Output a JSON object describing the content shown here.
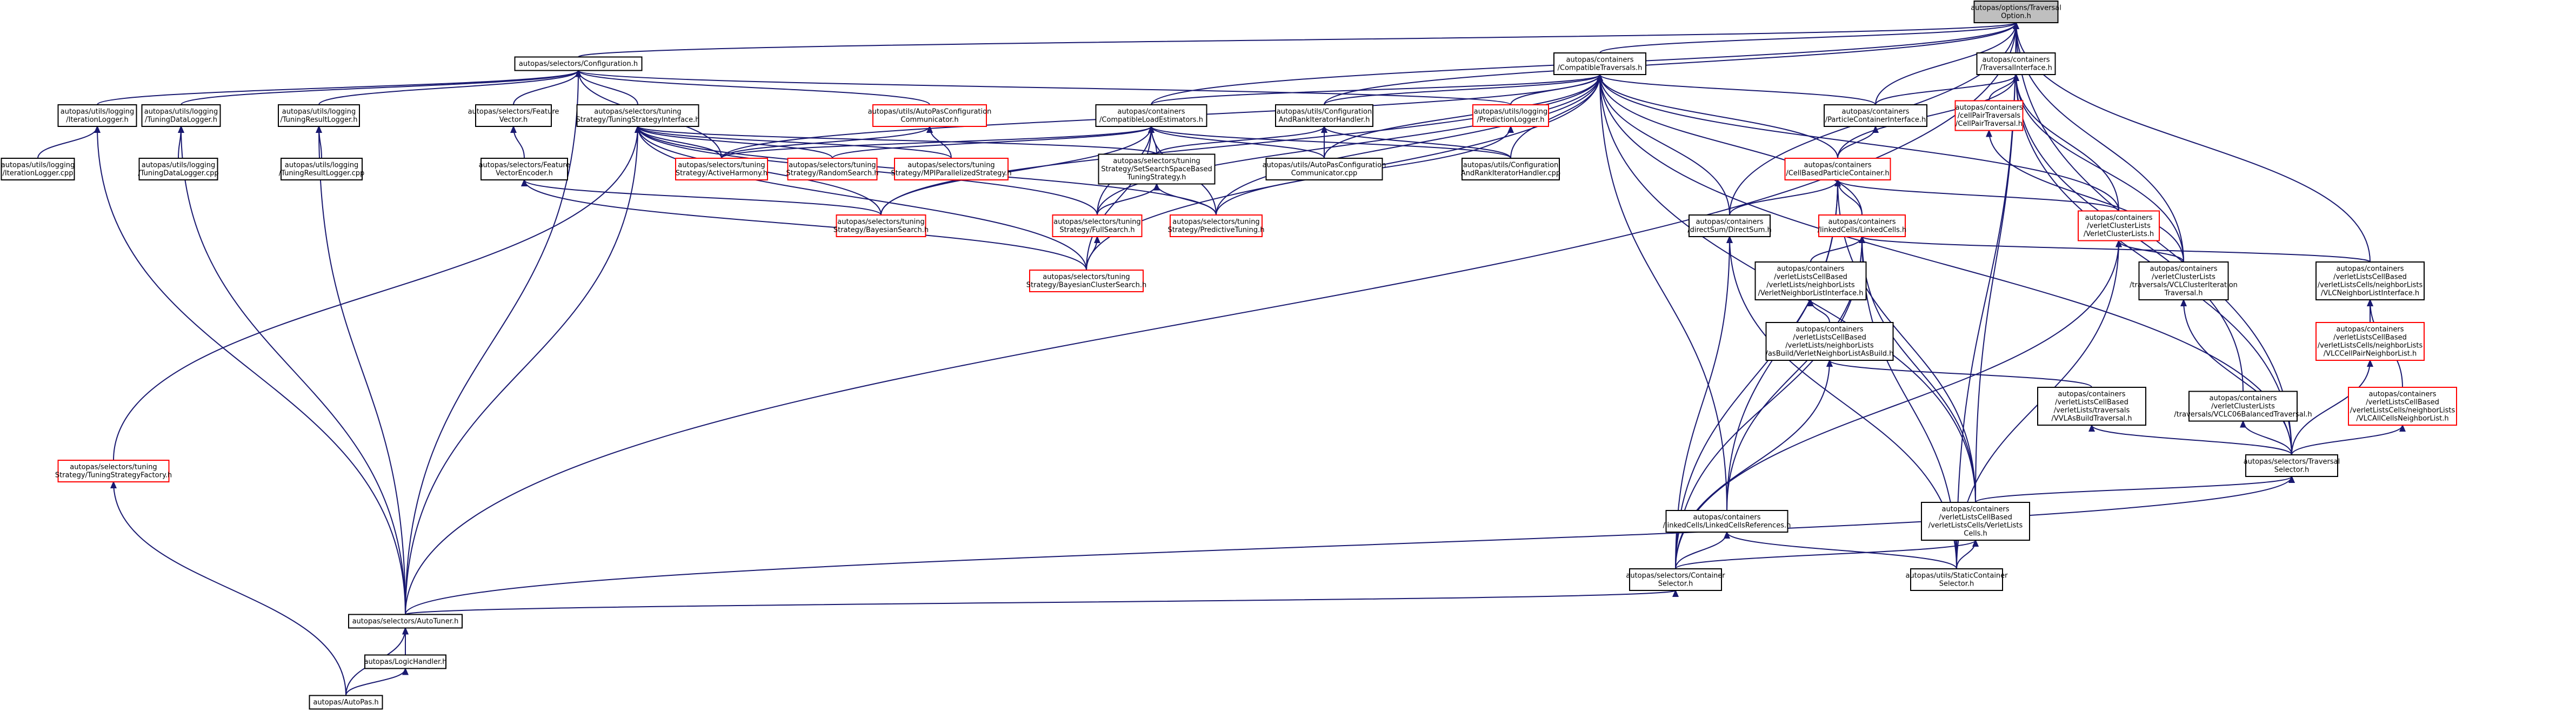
{
  "colors": {
    "edge": "#191970",
    "missing_border": "#ff0000",
    "root_fill": "#bfbfbf",
    "border": "#000000"
  },
  "nodes": [
    {
      "id": "root",
      "lines": [
        "autopas/options/Traversal",
        "Option.h"
      ],
      "style": "root"
    },
    {
      "id": "config",
      "lines": [
        "autopas/selectors/Configuration.h"
      ],
      "style": "normal"
    },
    {
      "id": "compat",
      "lines": [
        "autopas/containers",
        "/CompatibleTraversals.h"
      ],
      "style": "normal"
    },
    {
      "id": "travif",
      "lines": [
        "autopas/containers",
        "/TraversalInterface.h"
      ],
      "style": "normal"
    },
    {
      "id": "iterlog",
      "lines": [
        "autopas/utils/logging",
        "/IterationLogger.h"
      ],
      "style": "normal"
    },
    {
      "id": "iterlogcpp",
      "lines": [
        "autopas/utils/logging",
        "/IterationLogger.cpp"
      ],
      "style": "normal"
    },
    {
      "id": "tundata",
      "lines": [
        "autopas/utils/logging",
        "/TuningDataLogger.h"
      ],
      "style": "normal"
    },
    {
      "id": "tundatacpp",
      "lines": [
        "autopas/utils/logging",
        "/TuningDataLogger.cpp"
      ],
      "style": "normal"
    },
    {
      "id": "tunres",
      "lines": [
        "autopas/utils/logging",
        "/TuningResultLogger.h"
      ],
      "style": "normal"
    },
    {
      "id": "tunrescpp",
      "lines": [
        "autopas/utils/logging",
        "/TuningResultLogger.cpp"
      ],
      "style": "normal"
    },
    {
      "id": "featvec",
      "lines": [
        "autopas/selectors/Feature",
        "Vector.h"
      ],
      "style": "normal"
    },
    {
      "id": "featenc",
      "lines": [
        "autopas/selectors/Feature",
        "VectorEncoder.h"
      ],
      "style": "normal"
    },
    {
      "id": "tsi",
      "lines": [
        "autopas/selectors/tuning",
        "Strategy/TuningStrategyInterface.h"
      ],
      "style": "normal"
    },
    {
      "id": "apcomm",
      "lines": [
        "autopas/utils/AutoPasConfiguration",
        "Communicator.h"
      ],
      "style": "red"
    },
    {
      "id": "cle",
      "lines": [
        "autopas/containers",
        "/CompatibleLoadEstimators.h"
      ],
      "style": "normal"
    },
    {
      "id": "carih",
      "lines": [
        "autopas/utils/Configuration",
        "AndRankIteratorHandler.h"
      ],
      "style": "normal"
    },
    {
      "id": "predlog",
      "lines": [
        "autopas/utils/logging",
        "/PredictionLogger.h"
      ],
      "style": "red"
    },
    {
      "id": "pcif",
      "lines": [
        "autopas/containers",
        "/ParticleContainerInterface.h"
      ],
      "style": "normal"
    },
    {
      "id": "cpt",
      "lines": [
        "autopas/containers",
        "/cellPairTraversals",
        "/CellPairTraversal.h"
      ],
      "style": "red"
    },
    {
      "id": "ah",
      "lines": [
        "autopas/selectors/tuning",
        "Strategy/ActiveHarmony.h"
      ],
      "style": "red"
    },
    {
      "id": "rs",
      "lines": [
        "autopas/selectors/tuning",
        "Strategy/RandomSearch.h"
      ],
      "style": "red"
    },
    {
      "id": "mpi",
      "lines": [
        "autopas/selectors/tuning",
        "Strategy/MPIParallelizedStrategy.h"
      ],
      "style": "red"
    },
    {
      "id": "ssrb",
      "lines": [
        "autopas/selectors/tuning",
        "Strategy/SetSearchSpaceBased",
        "TuningStrategy.h"
      ],
      "style": "normal"
    },
    {
      "id": "apcommcpp",
      "lines": [
        "autopas/utils/AutoPasConfiguration",
        "Communicator.cpp"
      ],
      "style": "normal"
    },
    {
      "id": "carihcpp",
      "lines": [
        "autopas/utils/Configuration",
        "AndRankIteratorHandler.cpp"
      ],
      "style": "normal"
    },
    {
      "id": "cbpc",
      "lines": [
        "autopas/containers",
        "/CellBasedParticleContainer.h"
      ],
      "style": "red"
    },
    {
      "id": "bs",
      "lines": [
        "autopas/selectors/tuning",
        "Strategy/BayesianSearch.h"
      ],
      "style": "red"
    },
    {
      "id": "fs",
      "lines": [
        "autopas/selectors/tuning",
        "Strategy/FullSearch.h"
      ],
      "style": "red"
    },
    {
      "id": "pt",
      "lines": [
        "autopas/selectors/tuning",
        "Strategy/PredictiveTuning.h"
      ],
      "style": "red"
    },
    {
      "id": "ds",
      "lines": [
        "autopas/containers",
        "/directSum/DirectSum.h"
      ],
      "style": "normal"
    },
    {
      "id": "lc",
      "lines": [
        "autopas/containers",
        "/linkedCells/LinkedCells.h"
      ],
      "style": "red"
    },
    {
      "id": "vcl",
      "lines": [
        "autopas/containers",
        "/verletClusterLists",
        "/VerletClusterLists.h"
      ],
      "style": "red"
    },
    {
      "id": "bcs",
      "lines": [
        "autopas/selectors/tuning",
        "Strategy/BayesianClusterSearch.h"
      ],
      "style": "red"
    },
    {
      "id": "vnli",
      "lines": [
        "autopas/containers",
        "/verletListsCellBased",
        "/verletLists/neighborLists",
        "/VerletNeighborListInterface.h"
      ],
      "style": "normal"
    },
    {
      "id": "vclct",
      "lines": [
        "autopas/containers",
        "/verletClusterLists",
        "/traversals/VCLClusterIteration",
        "Traversal.h"
      ],
      "style": "normal"
    },
    {
      "id": "vlcnli",
      "lines": [
        "autopas/containers",
        "/verletListsCellBased",
        "/verletListsCells/neighborLists",
        "/VLCNeighborListInterface.h"
      ],
      "style": "normal"
    },
    {
      "id": "vnlab",
      "lines": [
        "autopas/containers",
        "/verletListsCellBased",
        "/verletLists/neighborLists",
        "/asBuild/VerletNeighborListAsBuild.h"
      ],
      "style": "normal"
    },
    {
      "id": "vlcpair",
      "lines": [
        "autopas/containers",
        "/verletListsCellBased",
        "/verletListsCells/neighborLists",
        "/VLCCellPairNeighborList.h"
      ],
      "style": "red"
    },
    {
      "id": "vlcall",
      "lines": [
        "autopas/containers",
        "/verletListsCellBased",
        "/verletListsCells/neighborLists",
        "/VLCAllCellsNeighborList.h"
      ],
      "style": "red"
    },
    {
      "id": "tsf",
      "lines": [
        "autopas/selectors/tuning",
        "Strategy/TuningStrategyFactory.h"
      ],
      "style": "red"
    },
    {
      "id": "vvlab",
      "lines": [
        "autopas/containers",
        "/verletListsCellBased",
        "/verletLists/traversals",
        "/VVLAsBuildTraversal.h"
      ],
      "style": "normal"
    },
    {
      "id": "vclc02",
      "lines": [
        "autopas/containers",
        "/verletClusterLists",
        "/traversals/VCLC06BalancedTraversal.h"
      ],
      "style": "normal"
    },
    {
      "id": "tsel",
      "lines": [
        "autopas/selectors/Traversal",
        "Selector.h"
      ],
      "style": "normal"
    },
    {
      "id": "lcref",
      "lines": [
        "autopas/containers",
        "/linkedCells/LinkedCellsReferences.h"
      ],
      "style": "normal"
    },
    {
      "id": "vlc",
      "lines": [
        "autopas/containers",
        "/verletListsCellBased",
        "/verletListsCells/VerletLists",
        "Cells.h"
      ],
      "style": "normal"
    },
    {
      "id": "csel",
      "lines": [
        "autopas/selectors/Container",
        "Selector.h"
      ],
      "style": "normal"
    },
    {
      "id": "scs",
      "lines": [
        "autopas/utils/StaticContainer",
        "Selector.h"
      ],
      "style": "normal"
    },
    {
      "id": "autotuner",
      "lines": [
        "autopas/selectors/AutoTuner.h"
      ],
      "style": "normal"
    },
    {
      "id": "logic",
      "lines": [
        "autopas/LogicHandler.h"
      ],
      "style": "normal"
    },
    {
      "id": "autopas",
      "lines": [
        "autopas/AutoPas.h"
      ],
      "style": "normal"
    }
  ],
  "edges": [
    [
      "root",
      "config"
    ],
    [
      "root",
      "compat"
    ],
    [
      "root",
      "travif"
    ],
    [
      "root",
      "carih"
    ],
    [
      "root",
      "pcif"
    ],
    [
      "root",
      "cle"
    ],
    [
      "root",
      "vlcnli"
    ],
    [
      "root",
      "ds"
    ],
    [
      "root",
      "tsel"
    ],
    [
      "root",
      "autotuner"
    ],
    [
      "root",
      "vclct"
    ],
    [
      "root",
      "scs"
    ],
    [
      "root",
      "vlc"
    ],
    [
      "config",
      "iterlog"
    ],
    [
      "config",
      "tundata"
    ],
    [
      "config",
      "tunres"
    ],
    [
      "config",
      "featvec"
    ],
    [
      "config",
      "tsi"
    ],
    [
      "config",
      "apcomm"
    ],
    [
      "config",
      "predlog"
    ],
    [
      "config",
      "ah"
    ],
    [
      "config",
      "autotuner"
    ],
    [
      "iterlog",
      "iterlogcpp"
    ],
    [
      "iterlog",
      "autotuner"
    ],
    [
      "tundata",
      "tundatacpp"
    ],
    [
      "tundata",
      "autotuner"
    ],
    [
      "tunres",
      "tunrescpp"
    ],
    [
      "tunres",
      "autotuner"
    ],
    [
      "featvec",
      "featenc"
    ],
    [
      "featenc",
      "bs"
    ],
    [
      "featenc",
      "bcs"
    ],
    [
      "tsi",
      "ah"
    ],
    [
      "tsi",
      "rs"
    ],
    [
      "tsi",
      "mpi"
    ],
    [
      "tsi",
      "ssrb"
    ],
    [
      "tsi",
      "bs"
    ],
    [
      "tsi",
      "fs"
    ],
    [
      "tsi",
      "pt"
    ],
    [
      "tsi",
      "bcs"
    ],
    [
      "tsi",
      "tsf"
    ],
    [
      "tsi",
      "autotuner"
    ],
    [
      "apcomm",
      "mpi"
    ],
    [
      "apcomm",
      "ah"
    ],
    [
      "compat",
      "cle"
    ],
    [
      "compat",
      "carih"
    ],
    [
      "compat",
      "predlog"
    ],
    [
      "compat",
      "ah"
    ],
    [
      "compat",
      "pcif"
    ],
    [
      "compat",
      "cbpc"
    ],
    [
      "compat",
      "ds"
    ],
    [
      "compat",
      "lc"
    ],
    [
      "compat",
      "vcl"
    ],
    [
      "compat",
      "bs"
    ],
    [
      "compat",
      "fs"
    ],
    [
      "compat",
      "pt"
    ],
    [
      "compat",
      "bcs"
    ],
    [
      "compat",
      "lcref"
    ],
    [
      "compat",
      "vlc"
    ],
    [
      "compat",
      "tsel"
    ],
    [
      "compat",
      "apcommcpp"
    ],
    [
      "compat",
      "carihcpp"
    ],
    [
      "travif",
      "pcif"
    ],
    [
      "travif",
      "cpt"
    ],
    [
      "travif",
      "vcl"
    ],
    [
      "travif",
      "vclct"
    ],
    [
      "travif",
      "vclc02"
    ],
    [
      "travif",
      "tsel"
    ],
    [
      "travif",
      "cbpc"
    ],
    [
      "cle",
      "ssrb"
    ],
    [
      "cle",
      "rs"
    ],
    [
      "cle",
      "ah"
    ],
    [
      "cle",
      "apcommcpp"
    ],
    [
      "cle",
      "carihcpp"
    ],
    [
      "cle",
      "fs"
    ],
    [
      "cle",
      "pt"
    ],
    [
      "cle",
      "bcs"
    ],
    [
      "cle",
      "bs"
    ],
    [
      "carih",
      "ssrb"
    ],
    [
      "carih",
      "apcommcpp"
    ],
    [
      "carih",
      "carihcpp"
    ],
    [
      "predlog",
      "pt"
    ],
    [
      "ssrb",
      "fs"
    ],
    [
      "ssrb",
      "pt"
    ],
    [
      "fs",
      "bcs"
    ],
    [
      "pcif",
      "cbpc"
    ],
    [
      "cpt",
      "vclct"
    ],
    [
      "cbpc",
      "ds"
    ],
    [
      "cbpc",
      "lc"
    ],
    [
      "cbpc",
      "vcl"
    ],
    [
      "cbpc",
      "lcref"
    ],
    [
      "cbpc",
      "vlc"
    ],
    [
      "cbpc",
      "csel"
    ],
    [
      "ds",
      "csel"
    ],
    [
      "ds",
      "scs"
    ],
    [
      "lc",
      "vnli"
    ],
    [
      "lc",
      "lcref"
    ],
    [
      "lc",
      "vlc"
    ],
    [
      "lc",
      "vlcnli"
    ],
    [
      "lc",
      "csel"
    ],
    [
      "lc",
      "scs"
    ],
    [
      "vcl",
      "vclct"
    ],
    [
      "vcl",
      "csel"
    ],
    [
      "vcl",
      "scs"
    ],
    [
      "vnli",
      "vnlab"
    ],
    [
      "vnlab",
      "vvlab"
    ],
    [
      "vnlab",
      "csel"
    ],
    [
      "vclct",
      "tsel"
    ],
    [
      "vlcnli",
      "vlcpair"
    ],
    [
      "vlcnli",
      "vlcall"
    ],
    [
      "vlcpair",
      "tsel"
    ],
    [
      "vlcall",
      "tsel"
    ],
    [
      "vvlab",
      "tsel"
    ],
    [
      "vclc02",
      "tsel"
    ],
    [
      "tsel",
      "vlc"
    ],
    [
      "tsel",
      "autotuner"
    ],
    [
      "lcref",
      "csel"
    ],
    [
      "lcref",
      "scs"
    ],
    [
      "vlc",
      "csel"
    ],
    [
      "vlc",
      "scs"
    ],
    [
      "csel",
      "autotuner"
    ],
    [
      "tsf",
      "autopas"
    ],
    [
      "autotuner",
      "logic"
    ],
    [
      "autotuner",
      "autopas"
    ],
    [
      "logic",
      "autopas"
    ]
  ]
}
